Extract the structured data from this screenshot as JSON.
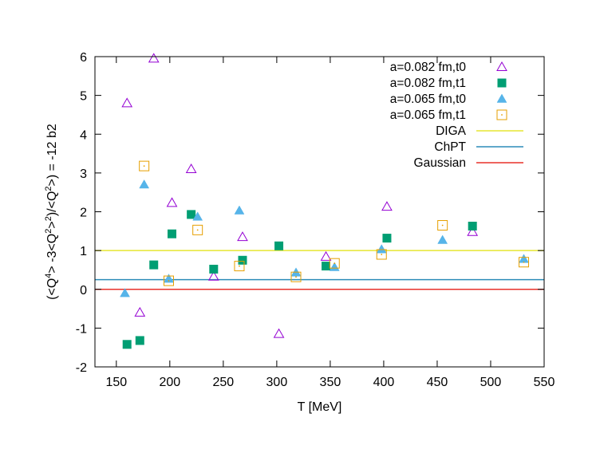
{
  "chart_data": {
    "type": "scatter",
    "title": "",
    "xlabel": "T [MeV]",
    "ylabel": "(<Q^4> -3<Q^2>^2)/<Q^2>) = -12 b2",
    "xlim": [
      130,
      550
    ],
    "ylim": [
      -2,
      6
    ],
    "xticks": [
      150,
      200,
      250,
      300,
      350,
      400,
      450,
      500,
      550
    ],
    "yticks": [
      -2,
      -1,
      0,
      1,
      2,
      3,
      4,
      5,
      6
    ],
    "grid": false,
    "legend_position": "top-right",
    "series": [
      {
        "name": "a=0.082 fm,t0",
        "marker": "open-triangle",
        "color": "#9400d3",
        "x": [
          160,
          172,
          185,
          220,
          202,
          241,
          268,
          302,
          346,
          403,
          483
        ],
        "y": [
          4.8,
          -0.6,
          5.95,
          3.1,
          2.23,
          0.33,
          1.35,
          -1.15,
          0.84,
          2.13,
          1.48
        ]
      },
      {
        "name": "a=0.082 fm,t1",
        "marker": "filled-square",
        "color": "#009e73",
        "x": [
          160,
          172,
          185,
          202,
          220,
          241,
          268,
          302,
          346,
          403,
          483
        ],
        "y": [
          -1.42,
          -1.32,
          0.63,
          1.43,
          1.93,
          0.52,
          0.75,
          1.12,
          0.6,
          1.32,
          1.63
        ]
      },
      {
        "name": "a=0.065 fm,t0",
        "marker": "filled-triangle",
        "color": "#56b4e9",
        "x": [
          158,
          176,
          199,
          226,
          265,
          318,
          354,
          398,
          455,
          531
        ],
        "y": [
          -0.1,
          2.7,
          0.27,
          1.87,
          2.03,
          0.43,
          0.57,
          1.03,
          1.27,
          0.78
        ]
      },
      {
        "name": "a=0.065 fm,t1",
        "marker": "open-square",
        "color": "#e69f00",
        "x": [
          176,
          199,
          226,
          265,
          318,
          354,
          398,
          455,
          531
        ],
        "y": [
          3.18,
          0.22,
          1.53,
          0.6,
          0.32,
          0.67,
          0.9,
          1.65,
          0.7
        ]
      }
    ],
    "lines": [
      {
        "name": "DIGA",
        "y": 1.0,
        "color": "#e6e632"
      },
      {
        "name": "ChPT",
        "y": 0.25,
        "color": "#2b8cb8"
      },
      {
        "name": "Gaussian",
        "y": 0.0,
        "color": "#e8312a"
      }
    ]
  }
}
